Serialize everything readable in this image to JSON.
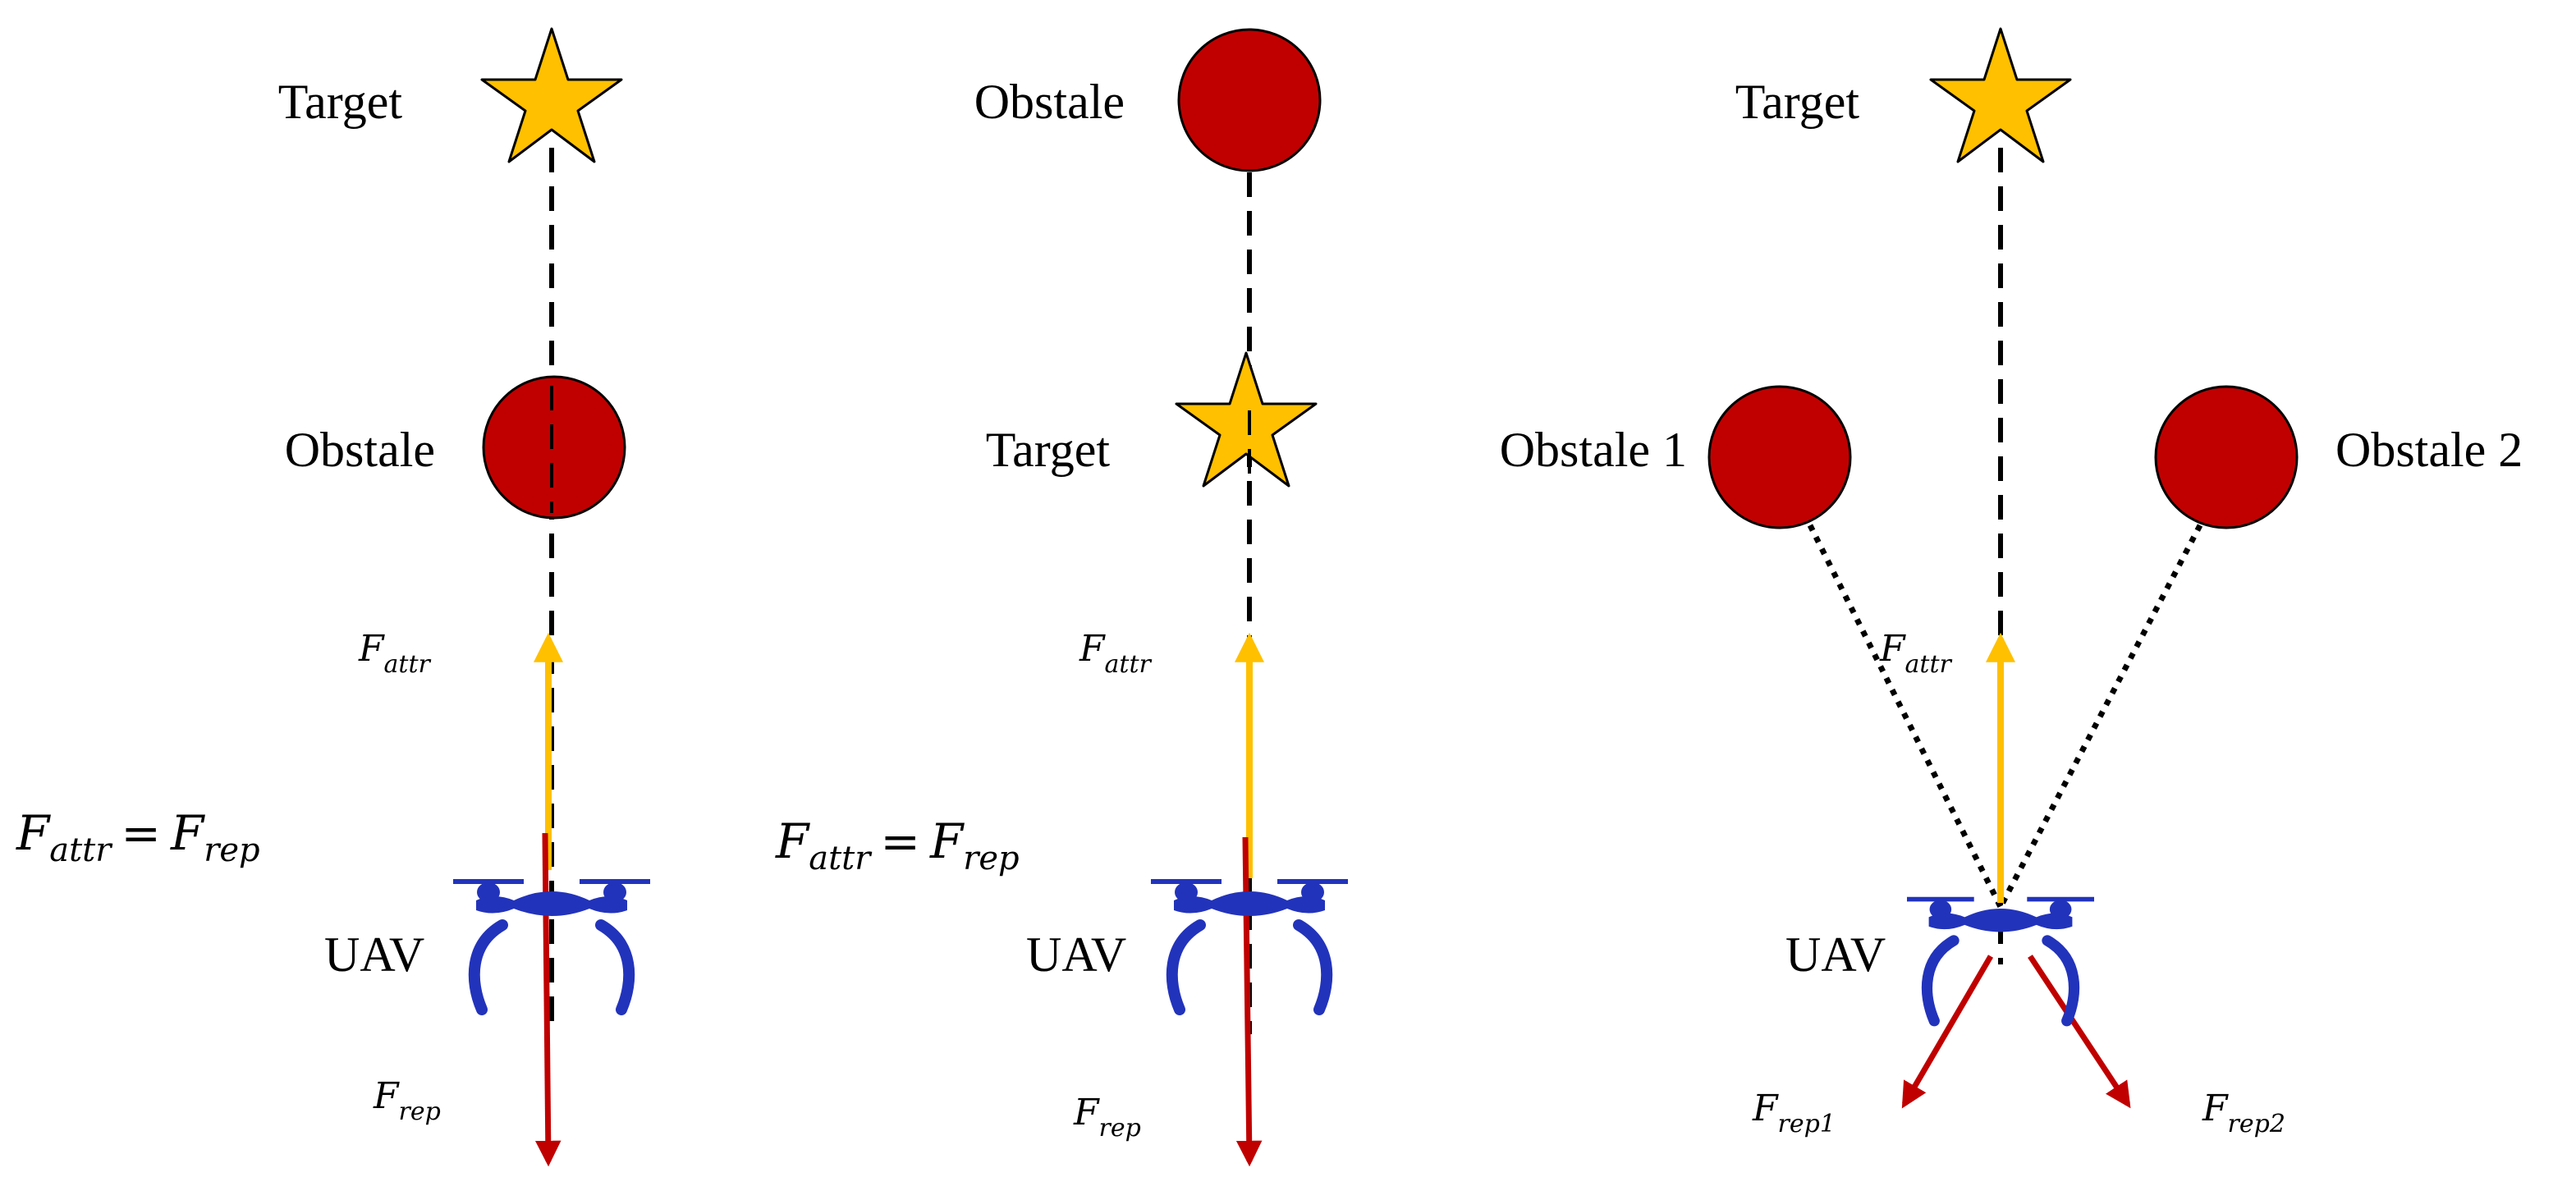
{
  "colors": {
    "target": "#FFC000",
    "obstacle": "#C00000",
    "uav": "#2233BB",
    "attractive_force": "#FFC000",
    "repulsive_force": "#C00000",
    "line": "#000000"
  },
  "panels": [
    {
      "target_label": "Target",
      "obstacle_label": "Obstale",
      "uav_label": "UAV",
      "f_attr": {
        "base": "F",
        "sub": "attr"
      },
      "f_rep": {
        "base": "F",
        "sub": "rep"
      },
      "balance": {
        "lhs_base": "F",
        "lhs_sub": "attr",
        "eq": "=",
        "rhs_base": "F",
        "rhs_sub": "rep"
      }
    },
    {
      "target_label": "Target",
      "obstacle_label": "Obstale",
      "uav_label": "UAV",
      "f_attr": {
        "base": "F",
        "sub": "attr"
      },
      "f_rep": {
        "base": "F",
        "sub": "rep"
      },
      "balance": {
        "lhs_base": "F",
        "lhs_sub": "attr",
        "eq": "=",
        "rhs_base": "F",
        "rhs_sub": "rep"
      }
    },
    {
      "target_label": "Target",
      "obstacle1_label": "Obstale 1",
      "obstacle2_label": "Obstale 2",
      "uav_label": "UAV",
      "f_attr": {
        "base": "F",
        "sub": "attr"
      },
      "f_rep1": {
        "base": "F",
        "sub": "rep1"
      },
      "f_rep2": {
        "base": "F",
        "sub": "rep2"
      }
    }
  ]
}
